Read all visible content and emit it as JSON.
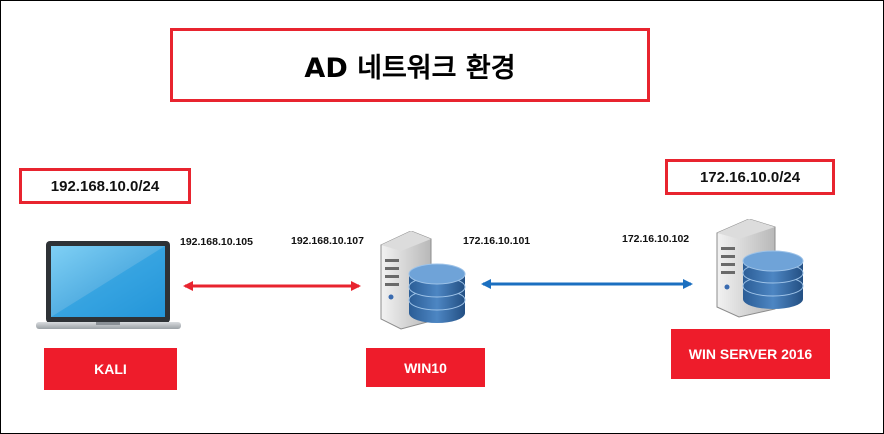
{
  "title": "AD 네트워크 환경",
  "networks": {
    "left": "192.168.10.0/24",
    "right": "172.16.10.0/24"
  },
  "ips": {
    "kali": "192.168.10.105",
    "win10_left": "192.168.10.107",
    "win10_right": "172.16.10.101",
    "server": "172.16.10.102"
  },
  "nodes": {
    "kali": "KALI",
    "win10": "WIN10",
    "server": "WIN SERVER 2016"
  },
  "colors": {
    "label_red": "#ee1c2b",
    "box_border": "#e8242f",
    "arrow_left": "#e8242f",
    "arrow_right": "#1b6fc0"
  },
  "icons": {
    "kali": "laptop-icon",
    "win10": "server-database-icon",
    "server": "server-database-icon"
  }
}
